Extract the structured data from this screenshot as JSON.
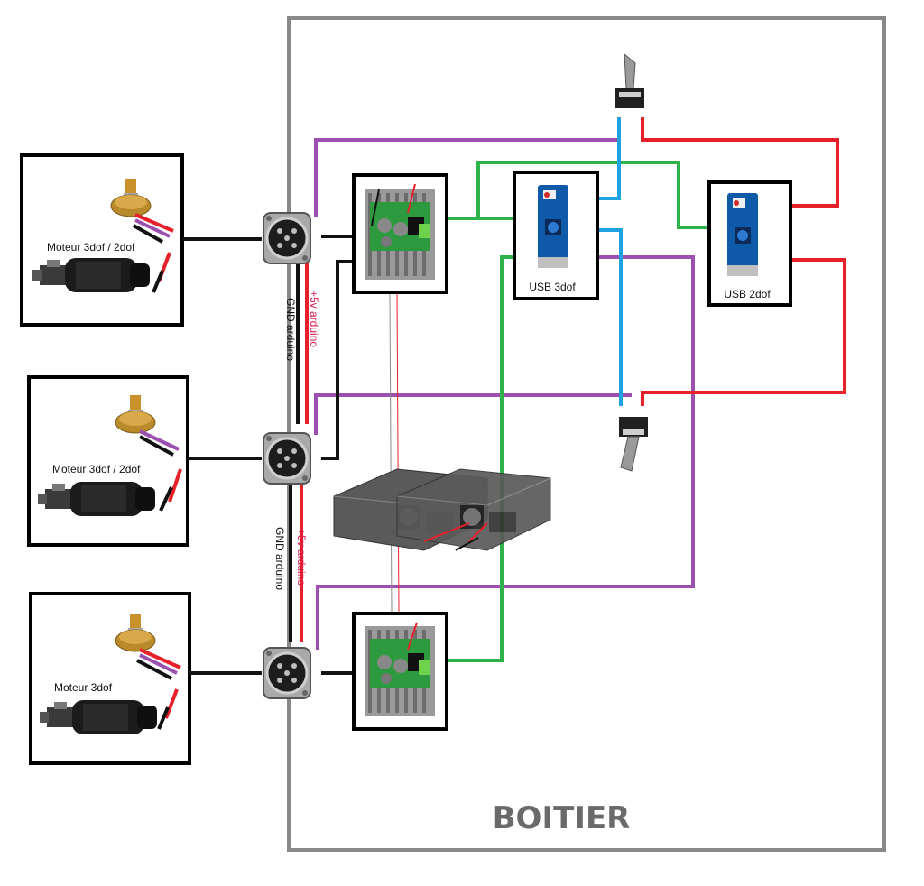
{
  "enclosure": {
    "title": "BOITIER"
  },
  "motors": [
    {
      "label": "Moteur 3dof / 2dof"
    },
    {
      "label": "Moteur 3dof / 2dof"
    },
    {
      "label": "Moteur 3dof"
    }
  ],
  "boards": {
    "board_3dof": "USB 3dof",
    "board_2dof": "USB 2dof"
  },
  "wire_labels": [
    {
      "gnd": "GND arduino",
      "v5": "+5v arduino"
    },
    {
      "gnd": "GND arduino",
      "v5": "+5v arduino"
    }
  ],
  "colors": {
    "enclosure": "#888888",
    "wire_power": "#e8202a",
    "wire_ground": "#111111",
    "wire_purple": "#9b4fb0",
    "wire_green": "#2eb34a",
    "wire_blue": "#1fa3e0",
    "v5_label": "#d8194a"
  }
}
